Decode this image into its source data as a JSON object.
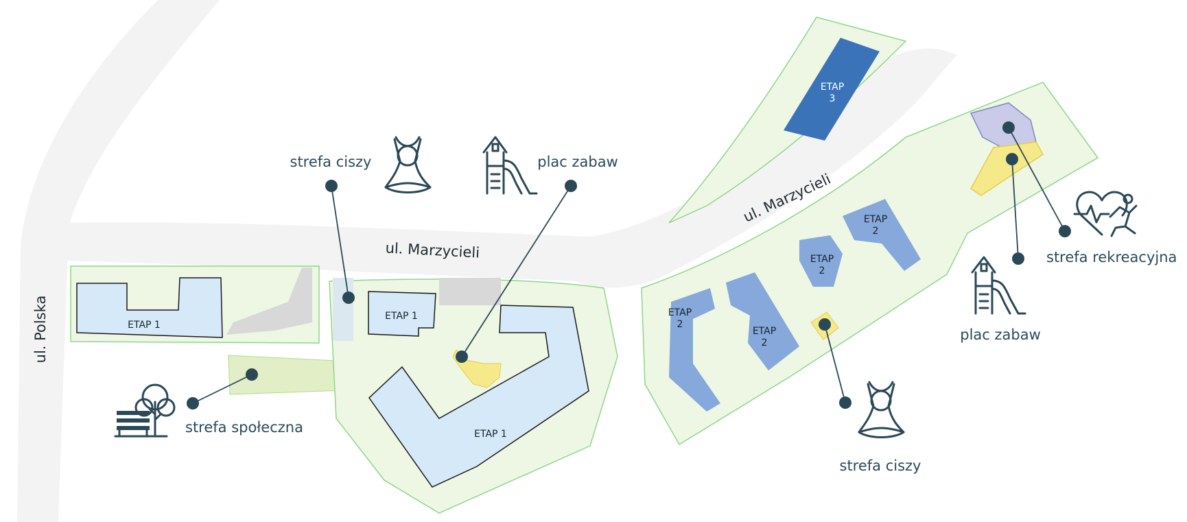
{
  "streets": {
    "marzycieli_west": "ul. Marzycieli",
    "marzycieli_east": "ul. Marzycieli",
    "polska": "ul. Polska"
  },
  "zones": {
    "quiet_north": "strefa ciszy",
    "playground_north": "plac zabaw",
    "social": "strefa społeczna",
    "quiet_east": "strefa ciszy",
    "playground_east": "plac zabaw",
    "recreation": "strefa rekreacyjna"
  },
  "buildings": {
    "west_a": "ETAP 1",
    "west_b": "ETAP 1",
    "west_c": "ETAP 1",
    "east_a_line1": "ETAP",
    "east_a_line2": "2",
    "east_b_line1": "ETAP",
    "east_b_line2": "2",
    "east_c_line1": "ETAP",
    "east_c_line2": "2",
    "east_d_line1": "ETAP",
    "east_d_line2": "2",
    "north_line1": "ETAP",
    "north_line2": "3"
  },
  "colors": {
    "road": "#f3f3f3",
    "green_area": "#eef6e4",
    "green_outline": "#8fd68a",
    "etap1": "#d5e9f8",
    "etap2": "#86a8da",
    "etap3": "#3a73b8",
    "playground_zone": "#f5e98a",
    "recreation_zone": "#c9cbe8",
    "pin": "#2b4856"
  }
}
